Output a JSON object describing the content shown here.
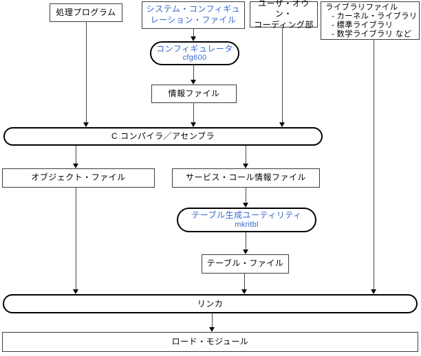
{
  "colors": {
    "background": "#ffffff",
    "node_border": "#3a3a3a",
    "stadium_border": "#000000",
    "tool_text": "#3366cc",
    "connector": "#474747"
  },
  "nodes": {
    "process_program": {
      "label": "処理プログラム"
    },
    "system_config_file": {
      "line1": "システム・コンフィギュ",
      "line2": "レーション・ファイル"
    },
    "user_own_coding": {
      "line1": "ユーザ・オウン・",
      "line2": "コーディング部"
    },
    "library_files": {
      "title": "ライブラリファイル",
      "items": [
        "- カーネル・ライブラリ",
        "- 標準ライブラリ",
        "- 数学ライブラリ など"
      ]
    },
    "configurator": {
      "label": "コンフィギュレータ",
      "command": "cfg600"
    },
    "info_file": {
      "label": "情報ファイル"
    },
    "c_compiler": {
      "label": "C コンパイラ／アセンブラ"
    },
    "object_file": {
      "label": "オブジェクト・ファイル"
    },
    "service_call_info_file": {
      "label": "サービス・コール情報ファイル"
    },
    "table_gen_utility": {
      "label": "テーブル生成ユーティリティ",
      "command": "mkritbl"
    },
    "table_file": {
      "label": "テーブル・ファイル"
    },
    "linker": {
      "label": "リンカ"
    },
    "load_module": {
      "label": "ロード・モジュール"
    }
  },
  "edges": [
    {
      "from": "process-program",
      "to": "c-compiler-assembler"
    },
    {
      "from": "system-configuration-file",
      "to": "configurator"
    },
    {
      "from": "configurator",
      "to": "information-file"
    },
    {
      "from": "information-file",
      "to": "c-compiler-assembler"
    },
    {
      "from": "user-own-coding",
      "to": "c-compiler-assembler"
    },
    {
      "from": "library-files",
      "to": "linker"
    },
    {
      "from": "c-compiler-assembler",
      "to": "object-file"
    },
    {
      "from": "c-compiler-assembler",
      "to": "service-call-info-file"
    },
    {
      "from": "object-file",
      "to": "linker"
    },
    {
      "from": "service-call-info-file",
      "to": "table-generation-utility"
    },
    {
      "from": "table-generation-utility",
      "to": "table-file"
    },
    {
      "from": "table-file",
      "to": "linker"
    },
    {
      "from": "linker",
      "to": "load-module"
    }
  ]
}
